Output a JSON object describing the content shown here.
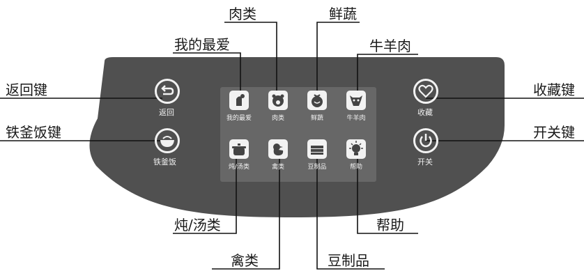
{
  "panel": {
    "buttons": {
      "back": "返回",
      "rice": "铁釜饭",
      "favorite": "收藏",
      "power": "开关"
    },
    "tiles": [
      {
        "id": "favorites",
        "label": "我的最爱",
        "icon": "heart-hand-icon"
      },
      {
        "id": "meat",
        "label": "肉类",
        "icon": "pig-icon"
      },
      {
        "id": "vegetables",
        "label": "鲜蔬",
        "icon": "vegetable-icon"
      },
      {
        "id": "beef-lamb",
        "label": "牛羊肉",
        "icon": "cow-icon"
      },
      {
        "id": "stew-soup",
        "label": "炖/汤类",
        "icon": "pot-icon"
      },
      {
        "id": "poultry",
        "label": "禽类",
        "icon": "chicken-icon"
      },
      {
        "id": "tofu",
        "label": "豆制品",
        "icon": "tofu-icon"
      },
      {
        "id": "help",
        "label": "帮助",
        "icon": "bulb-icon"
      }
    ]
  },
  "callouts": {
    "back": "返回键",
    "rice": "铁釜饭键",
    "favorite": "收藏键",
    "power": "开关键",
    "favorites": "我的最爱",
    "meat": "肉类",
    "vegetables": "鲜蔬",
    "beef_lamb": "牛羊肉",
    "stew_soup": "炖/汤类",
    "poultry": "禽类",
    "tofu": "豆制品",
    "help": "帮助"
  },
  "colors": {
    "panel": "#505050",
    "screen": "#676767",
    "tile_cell": "#5d5d5d",
    "icon_bg": "#f2f2f2",
    "icon_fg": "#444444",
    "line": "#111111"
  }
}
